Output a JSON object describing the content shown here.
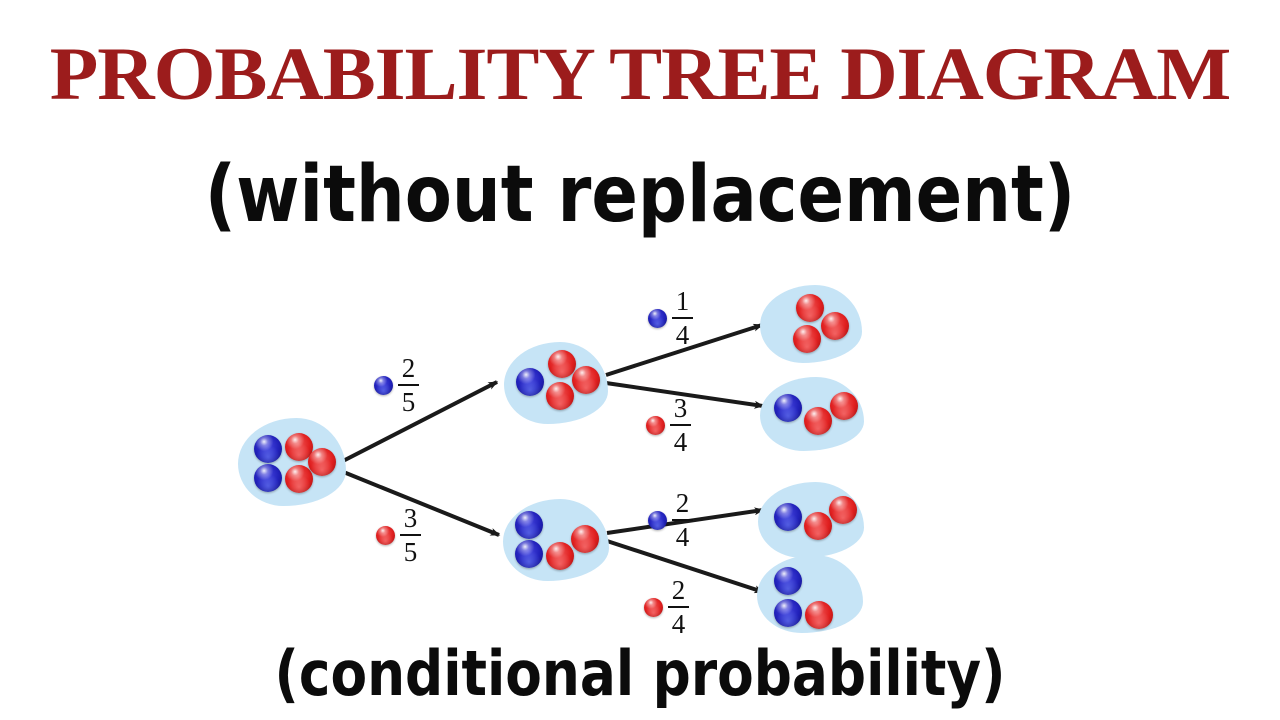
{
  "title": "PROBABILITY TREE DIAGRAM",
  "subtitle": "(without replacement)",
  "caption": "(conditional probability)",
  "colors": {
    "title_red": "#9c1c1c",
    "text_black": "#0b0b0b",
    "blob_blue": "#c6e4f6",
    "marble_blue": "#2121bb",
    "marble_red": "#e01f1f",
    "edge_black": "#1a1a1a"
  },
  "chart_data": {
    "type": "diagram",
    "title": "PROBABILITY TREE DIAGRAM",
    "subtitle": "(without replacement)",
    "caption": "(conditional probability)",
    "description": "Two-stage probability tree for drawing marbles without replacement from a bag of 2 blue and 3 red marbles.",
    "nodes": [
      {
        "id": "root",
        "level": 0,
        "blue": 2,
        "red": 3,
        "total": 5
      },
      {
        "id": "n-blue",
        "level": 1,
        "blue": 1,
        "red": 3,
        "total": 4
      },
      {
        "id": "n-red",
        "level": 1,
        "blue": 2,
        "red": 2,
        "total": 4
      },
      {
        "id": "n-blue-blue",
        "level": 2,
        "blue": 0,
        "red": 3,
        "total": 3
      },
      {
        "id": "n-blue-red",
        "level": 2,
        "blue": 1,
        "red": 2,
        "total": 3
      },
      {
        "id": "n-red-blue",
        "level": 2,
        "blue": 1,
        "red": 2,
        "total": 3
      },
      {
        "id": "n-red-red",
        "level": 2,
        "blue": 2,
        "red": 1,
        "total": 3
      }
    ],
    "edges": [
      {
        "from": "root",
        "to": "n-blue",
        "marble": "blue",
        "numerator": "2",
        "denominator": "5",
        "probability": 0.4
      },
      {
        "from": "root",
        "to": "n-red",
        "marble": "red",
        "numerator": "3",
        "denominator": "5",
        "probability": 0.6
      },
      {
        "from": "n-blue",
        "to": "n-blue-blue",
        "marble": "blue",
        "numerator": "1",
        "denominator": "4",
        "probability": 0.25
      },
      {
        "from": "n-blue",
        "to": "n-blue-red",
        "marble": "red",
        "numerator": "3",
        "denominator": "4",
        "probability": 0.75
      },
      {
        "from": "n-red",
        "to": "n-red-blue",
        "marble": "blue",
        "numerator": "2",
        "denominator": "4",
        "probability": 0.5
      },
      {
        "from": "n-red",
        "to": "n-red-red",
        "marble": "red",
        "numerator": "2",
        "denominator": "4",
        "probability": 0.5
      }
    ]
  },
  "labels": {
    "e1": {
      "marble": "blue",
      "num": "2",
      "den": "5"
    },
    "e2": {
      "marble": "red",
      "num": "3",
      "den": "5"
    },
    "e3": {
      "marble": "blue",
      "num": "1",
      "den": "4"
    },
    "e4": {
      "marble": "red",
      "num": "3",
      "den": "4"
    },
    "e5": {
      "marble": "blue",
      "num": "2",
      "den": "4"
    },
    "e6": {
      "marble": "red",
      "num": "2",
      "den": "4"
    }
  }
}
